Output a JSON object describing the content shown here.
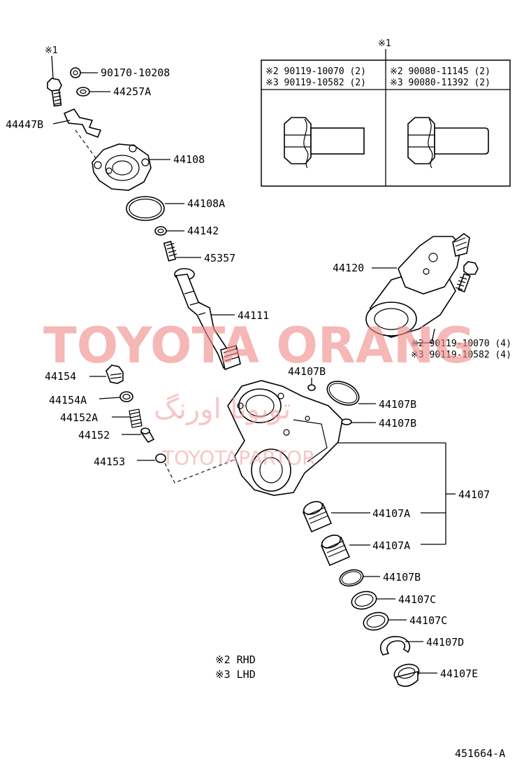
{
  "watermark": {
    "main": "TOYOTA ORANG",
    "arabic": "تویوتا اورنگ",
    "sub": "TOYOTAPARTOR"
  },
  "table": {
    "ref_mark": "※1",
    "left": {
      "row1": "※2 90119-10070 (2)",
      "row2": "※3 90119-10582 (2)"
    },
    "right": {
      "row1": "※2 90080-11145 (2)",
      "row2": "※3 90080-11392 (2)"
    }
  },
  "labels": {
    "ref1_top": "※1",
    "p90170": "90170-10208",
    "p44257A": "44257A",
    "p44447B": "44447B",
    "p44108": "44108",
    "p44108A": "44108A",
    "p44142": "44142",
    "p45357": "45357",
    "p44120": "44120",
    "p44111": "44111",
    "bolt_rhd": "※2 90119-10070 (4)",
    "bolt_lhd": "※3 90119-10582 (4)",
    "p44154": "44154",
    "p44107B_top": "44107B",
    "p44107B_ring": "44107B",
    "p44107B_small": "44107B",
    "p44154A": "44154A",
    "p44152A": "44152A",
    "p44152": "44152",
    "p44153": "44153",
    "p44107": "44107",
    "p44107A_1": "44107A",
    "p44107A_2": "44107A",
    "p44107B_bottom": "44107B",
    "p44107C_1": "44107C",
    "p44107C_2": "44107C",
    "p44107D": "44107D",
    "p44107E": "44107E"
  },
  "legend": {
    "rhd": "※2  RHD",
    "lhd": "※3  LHD"
  },
  "figure_id": "451664-A"
}
